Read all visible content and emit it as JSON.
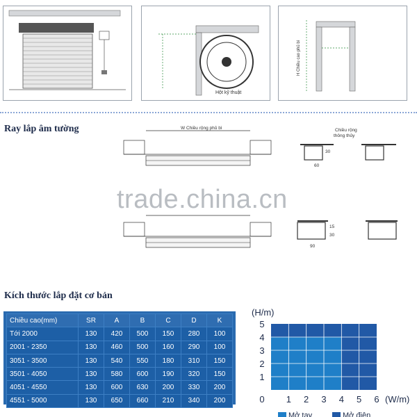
{
  "top_panels": {
    "panel2": {
      "label": "Hột kỹ thuật"
    },
    "panel3": {
      "label": "H Chiều cao phủ bì"
    }
  },
  "section_rail": {
    "title": "Ray lắp âm tường",
    "width_label": "W Chiều rộng phủ bì",
    "clear_width_label_1": "Chiều rộng",
    "clear_width_label_2": "thông thủy",
    "dim_30": "30",
    "dim_60": "60",
    "dim_15": "15",
    "dim_30b": "30",
    "dim_90": "90"
  },
  "watermark": "trade.china.cn",
  "section_size": {
    "title": "Kích thước lắp đặt cơ bản",
    "headers": [
      "Chiều cao(mm)",
      "SR",
      "A",
      "B",
      "C",
      "D",
      "K"
    ],
    "rows": [
      [
        "Tới 2000",
        "130",
        "420",
        "500",
        "150",
        "280",
        "100"
      ],
      [
        "2001 - 2350",
        "130",
        "460",
        "500",
        "160",
        "290",
        "100"
      ],
      [
        "3051 - 3500",
        "130",
        "540",
        "550",
        "180",
        "310",
        "150"
      ],
      [
        "3501 - 4050",
        "130",
        "580",
        "600",
        "190",
        "320",
        "150"
      ],
      [
        "4051 - 4550",
        "130",
        "600",
        "630",
        "200",
        "330",
        "200"
      ],
      [
        "4551 - 5000",
        "130",
        "650",
        "660",
        "210",
        "340",
        "200"
      ]
    ]
  },
  "chart_data": {
    "type": "heatmap",
    "ylabel": "(H/m)",
    "xlabel": "(W/m)",
    "yticks": [
      "1",
      "2",
      "3",
      "4",
      "5"
    ],
    "xticks": [
      "0",
      "1",
      "2",
      "3",
      "4",
      "5",
      "6"
    ],
    "xlim": [
      0,
      6
    ],
    "ylim": [
      0,
      5
    ],
    "regions": [
      {
        "name": "Mở tay",
        "x": [
          0,
          4
        ],
        "y": [
          0,
          4
        ],
        "color": "#1f7fc8"
      },
      {
        "name": "Mở điện",
        "x": [
          0,
          6
        ],
        "y": [
          0,
          5
        ],
        "color": "#2159a6"
      }
    ],
    "legend": [
      "Mở tay",
      "Mở điện"
    ],
    "grid": true
  }
}
